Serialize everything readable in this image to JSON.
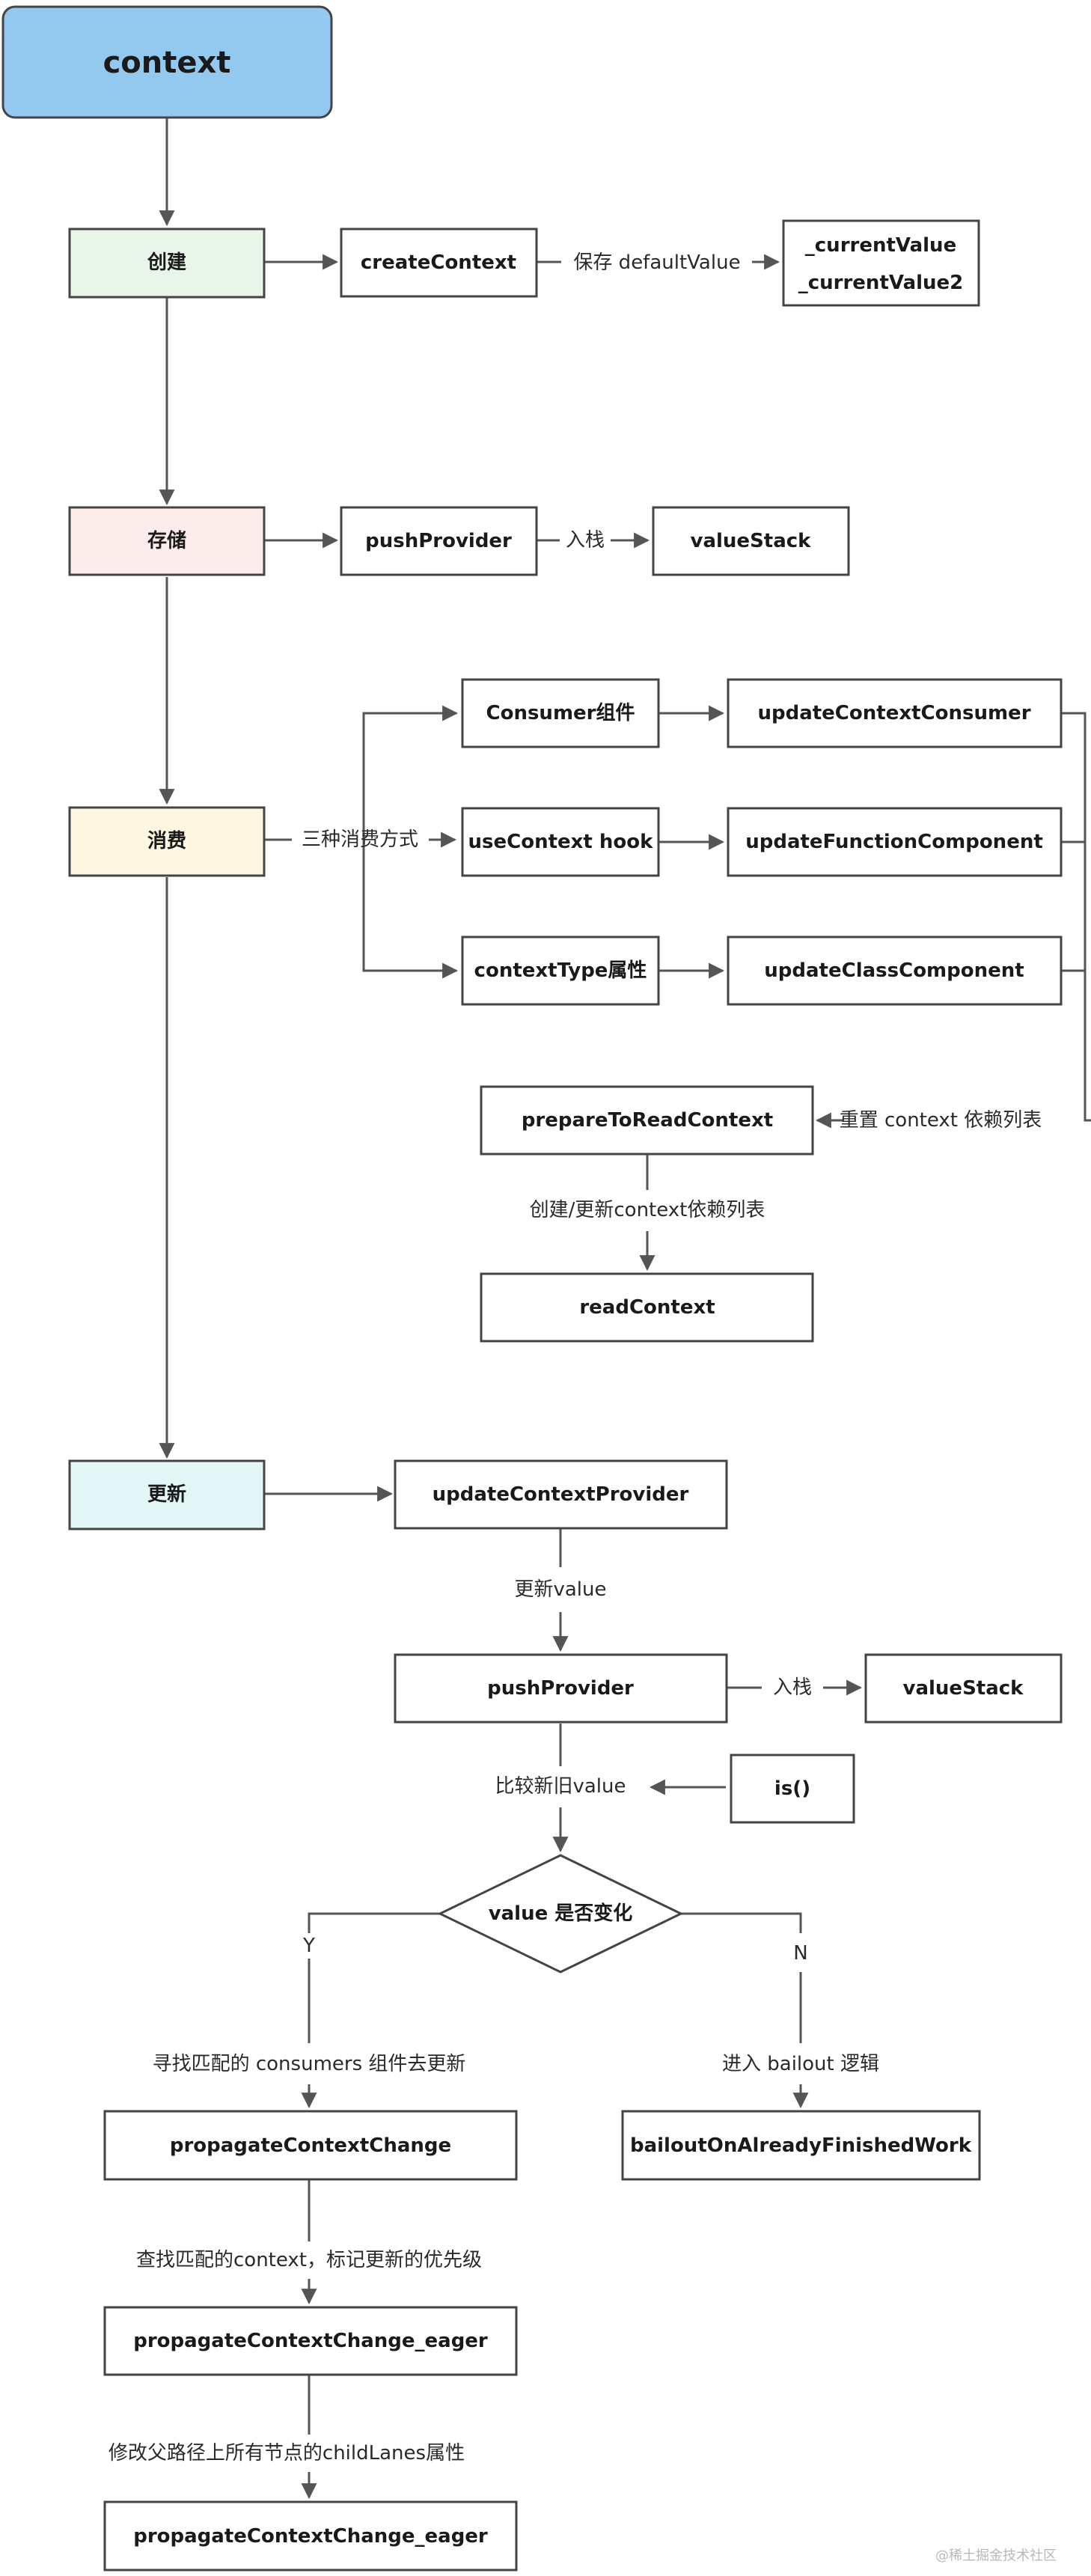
{
  "colors": {
    "title_fill": "#93c9ef",
    "create_fill": "#e8f5e8",
    "store_fill": "#fdecec",
    "consume_fill": "#fdf6e1",
    "update_fill": "#e1f6f5",
    "stroke": "#555555",
    "node_stroke": "#444444"
  },
  "nodes": {
    "title": "context",
    "create": "创建",
    "createContext": "createContext",
    "currentValue": "_currentValue",
    "currentValue2": "_currentValue2",
    "store": "存储",
    "pushProvider1": "pushProvider",
    "valueStack1": "valueStack",
    "consume": "消费",
    "consumerComp": "Consumer组件",
    "updateContextConsumer": "updateContextConsumer",
    "useContextHook": "useContext hook",
    "updateFunctionComponent": "updateFunctionComponent",
    "contextTypeAttr": "contextType属性",
    "updateClassComponent": "updateClassComponent",
    "prepareToReadContext": "prepareToReadContext",
    "readContext": "readContext",
    "update": "更新",
    "updateContextProvider": "updateContextProvider",
    "pushProvider2": "pushProvider",
    "valueStack2": "valueStack",
    "is": "is()",
    "decision": "value 是否变化",
    "propagateContextChange": "propagateContextChange",
    "bailout": "bailoutOnAlreadyFinishedWork",
    "propagateEager1": "propagateContextChange_eager",
    "propagateEager2": "propagateContextChange_eager"
  },
  "labels": {
    "saveDefault": "保存 defaultValue",
    "pushStack1": "入栈",
    "threeWays": "三种消费方式",
    "resetDeps": "重置 context 依赖列表",
    "createUpdateDeps": "创建/更新context依赖列表",
    "updateValue": "更新value",
    "pushStack2": "入栈",
    "compareValue": "比较新旧value",
    "yes": "Y",
    "no": "N",
    "findConsumers": "寻找匹配的 consumers 组件去更新",
    "enterBailout": "进入 bailout 逻辑",
    "findContext": "查找匹配的context，标记更新的优先级",
    "modifyLanes": "修改父路径上所有节点的childLanes属性"
  },
  "watermark": "@稀土掘金技术社区"
}
